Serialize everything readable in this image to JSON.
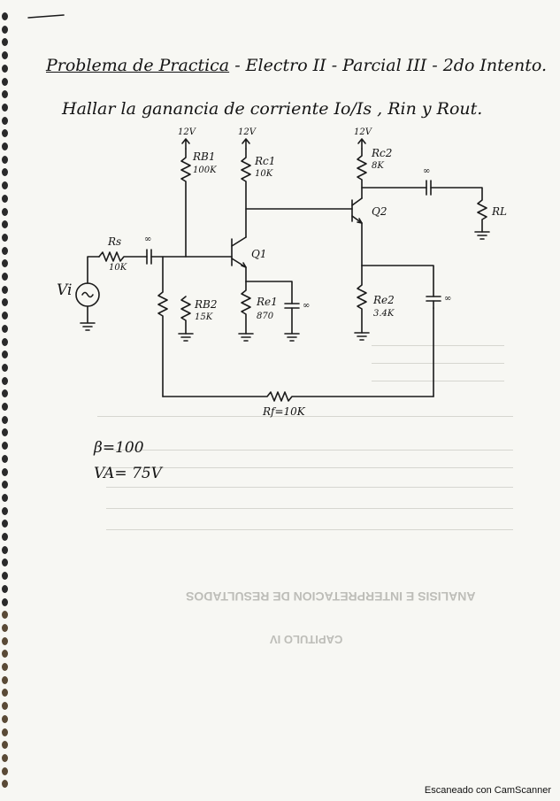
{
  "header": {
    "title_subject": "Problema de Practica",
    "title_rest": "- Electro II - Parcial III - 2do Intento.",
    "task_prefix": "Hallar la ganancia de corriente",
    "task_ratio": "Io/Is",
    "task_suffix": ", Rin y Rout."
  },
  "circuit": {
    "vcc_labels": [
      "12V",
      "12V",
      "12V"
    ],
    "rb1": {
      "name": "RB1",
      "value": "100K"
    },
    "rc1": {
      "name": "Rc1",
      "value": "10K"
    },
    "rc2": {
      "name": "Rc2",
      "value": "8K"
    },
    "rs": {
      "name": "Rs",
      "value": "10K"
    },
    "rb2": {
      "name": "RB2",
      "value": "15K"
    },
    "re1": {
      "name": "Re1",
      "value": "870"
    },
    "re2": {
      "name": "Re2",
      "value": "3.4K"
    },
    "rl": {
      "name": "RL"
    },
    "rf": {
      "name": "Rf=10K"
    },
    "q1": "Q1",
    "q2": "Q2",
    "vi": "Vi",
    "infinity": "∞"
  },
  "params": {
    "beta": "β=100",
    "va": "VA= 75V"
  },
  "background": {
    "heading": "ANALISIS E INTERPRETACION DE RESULTADOS",
    "chapter": "CAPITULO IV"
  },
  "footer": "Escaneado con CamScanner"
}
